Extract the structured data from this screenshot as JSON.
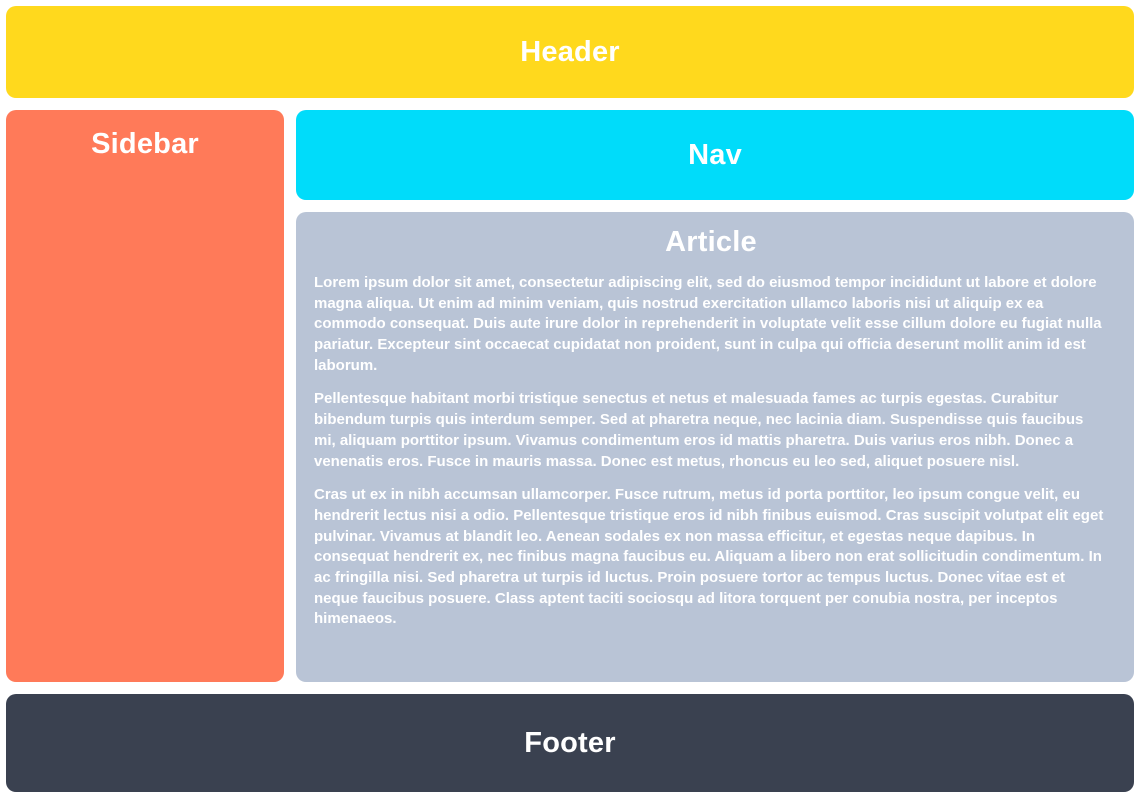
{
  "header": {
    "title": "Header"
  },
  "sidebar": {
    "title": "Sidebar"
  },
  "nav": {
    "title": "Nav"
  },
  "article": {
    "title": "Article",
    "paragraphs": [
      "Lorem ipsum dolor sit amet, consectetur adipiscing elit, sed do eiusmod tempor incididunt ut labore et dolore magna aliqua. Ut enim ad minim veniam, quis nostrud exercitation ullamco laboris nisi ut aliquip ex ea commodo consequat. Duis aute irure dolor in reprehenderit in voluptate velit esse cillum dolore eu fugiat nulla pariatur. Excepteur sint occaecat cupidatat non proident, sunt in culpa qui officia deserunt mollit anim id est laborum.",
      "Pellentesque habitant morbi tristique senectus et netus et malesuada fames ac turpis egestas. Curabitur bibendum turpis quis interdum semper. Sed at pharetra neque, nec lacinia diam. Suspendisse quis faucibus mi, aliquam porttitor ipsum. Vivamus condimentum eros id mattis pharetra. Duis varius eros nibh. Donec a venenatis eros. Fusce in mauris massa. Donec est metus, rhoncus eu leo sed, aliquet posuere nisl.",
      "Cras ut ex in nibh accumsan ullamcorper. Fusce rutrum, metus id porta porttitor, leo ipsum congue velit, eu hendrerit lectus nisi a odio. Pellentesque tristique eros id nibh finibus euismod. Cras suscipit volutpat elit eget pulvinar. Vivamus at blandit leo. Aenean sodales ex non massa efficitur, et egestas neque dapibus. In consequat hendrerit ex, nec finibus magna faucibus eu. Aliquam a libero non erat sollicitudin condimentum. In ac fringilla nisi. Sed pharetra ut turpis id luctus. Proin posuere tortor ac tempus luctus. Donec vitae est et neque faucibus posuere. Class aptent taciti sociosqu ad litora torquent per conubia nostra, per inceptos himenaeos."
    ]
  },
  "footer": {
    "title": "Footer"
  },
  "colors": {
    "header_bg": "#ffd91d",
    "sidebar_bg": "#ff7a59",
    "nav_bg": "#00dcfa",
    "article_bg": "#b9c4d6",
    "footer_bg": "#3a4150",
    "text": "#ffffff",
    "page_bg": "#ffffff"
  }
}
